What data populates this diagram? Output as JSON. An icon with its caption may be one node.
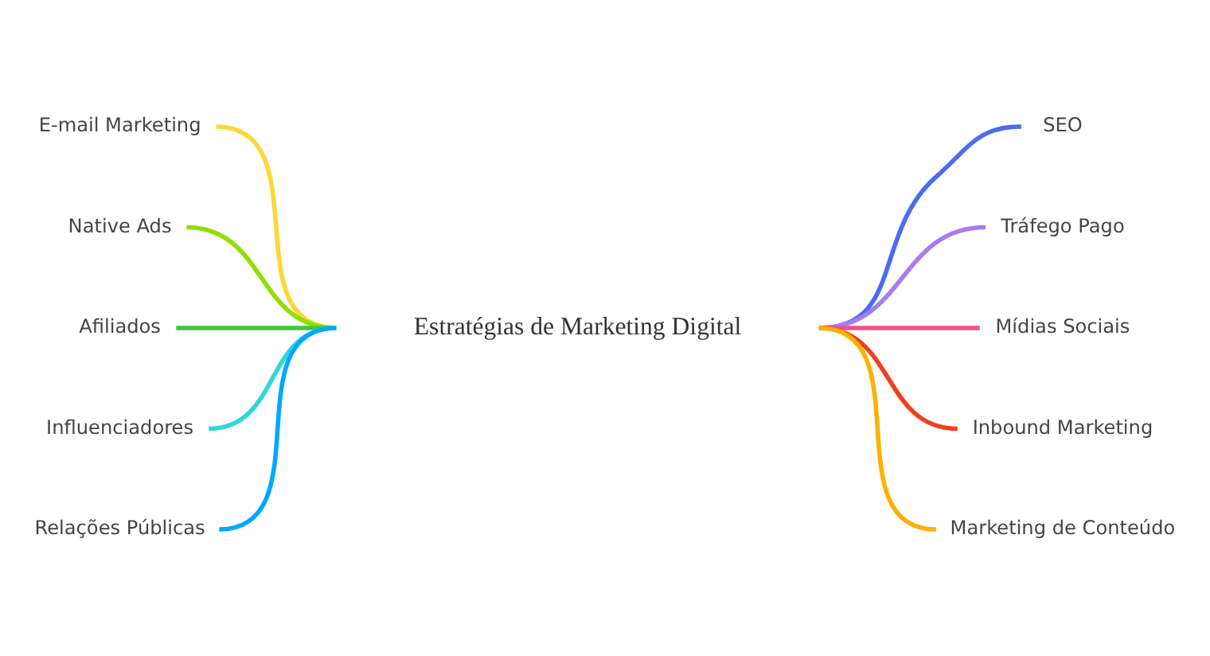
{
  "diagram": {
    "nodes": [
      {
        "text": [
          "Estratégias de Marketing Digital"
        ]
      },
      {
        "text": [
          "E-mail Marketing"
        ]
      },
      {
        "text": [
          "Native Ads"
        ]
      },
      {
        "text": [
          "Afiliados"
        ]
      },
      {
        "text": [
          "Influenciadores"
        ]
      },
      {
        "text": [
          "Relações Públicas"
        ]
      },
      {
        "text": [
          "SEO"
        ]
      },
      {
        "text": [
          "Tráfego Pago"
        ]
      },
      {
        "text": [
          "Mídias Sociais"
        ]
      },
      {
        "text": [
          "Inbound Marketing"
        ]
      },
      {
        "text": [
          "Marketing de Conteúdo"
        ]
      }
    ],
    "edges": [
      {
        "from": 1,
        "to": 0,
        "arrow": "none",
        "color": "#fdd835"
      },
      {
        "from": 2,
        "to": 0,
        "arrow": "none",
        "color": "#8ee000"
      },
      {
        "from": 3,
        "to": 0,
        "arrow": "none",
        "color": "#3cc83c"
      },
      {
        "from": 4,
        "to": 0,
        "arrow": "none",
        "color": "#2ed8d8"
      },
      {
        "from": 5,
        "to": 0,
        "arrow": "none",
        "color": "#00a8ff"
      },
      {
        "from": 0,
        "to": 6,
        "arrow": "none",
        "color": "#4a6cf7"
      },
      {
        "from": 0,
        "to": 7,
        "arrow": "none",
        "color": "#a57ef0"
      },
      {
        "from": 0,
        "to": 8,
        "arrow": "none",
        "color": "#f0508a"
      },
      {
        "from": 0,
        "to": 9,
        "arrow": "none",
        "color": "#f0401e"
      },
      {
        "from": 0,
        "to": 10,
        "arrow": "none",
        "color": "#ffb000"
      }
    ]
  }
}
